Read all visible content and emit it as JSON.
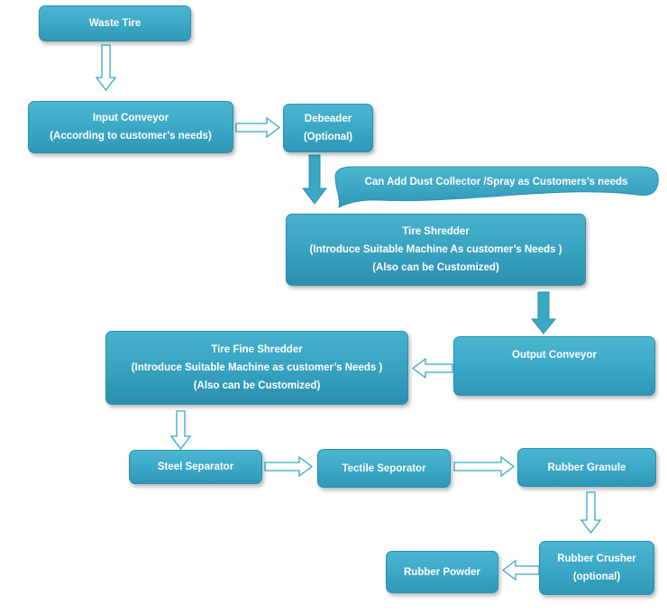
{
  "nodes": {
    "waste_tire": {
      "line1": "Waste Tire"
    },
    "input_conveyor": {
      "line1": "Input Conveyor",
      "line2": "(According to customer’s needs)"
    },
    "debeader": {
      "line1": "Debeader",
      "line2": "(Optional)"
    },
    "dust_note": {
      "line1": "Can Add Dust Collector /Spray as Customers’s needs"
    },
    "tire_shredder": {
      "line1": "Tire Shredder",
      "line2": "(Introduce Suitable Machine As customer’s Needs )",
      "line3": "(Also can be Customized)"
    },
    "output_conveyor": {
      "line1": "Output Conveyor"
    },
    "tire_fine_shredder": {
      "line1": "Tire Fine Shredder",
      "line2": "(Introduce Suitable Machine as customer’s Needs )",
      "line3": "(Also can be Customized)"
    },
    "steel_separator": {
      "line1": "Steel Separator"
    },
    "tectile_separator": {
      "line1": "Tectile Seporator"
    },
    "rubber_granule": {
      "line1": "Rubber Granule"
    },
    "rubber_crusher": {
      "line1": "Rubber Crusher",
      "line2": "(optional)"
    },
    "rubber_powder": {
      "line1": "Rubber Powder"
    }
  },
  "colors": {
    "box_fill": "#3aa7c5",
    "box_border": "#2b8fae",
    "text": "#ffffff",
    "arrow_fill": "#ffffff",
    "arrow_outline": "#3aa7c5",
    "solid_arrow": "#3aa7c5"
  }
}
